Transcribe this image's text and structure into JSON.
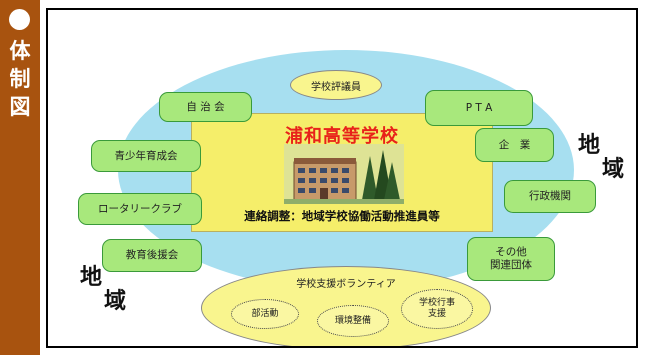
{
  "sidebar": {
    "chars": [
      "体",
      "制",
      "図"
    ]
  },
  "center": {
    "title": "浦和高等学校",
    "subtitle": "連絡調整：地域学校協働活動推進員等"
  },
  "nodes": {
    "hyogiin": "学校評議員",
    "jichikai": "自 治 会",
    "pta": "P T A",
    "kigyo": "企　業",
    "seishonen": "青少年育成会",
    "gyosei": "行政機関",
    "rotary": "ロータリークラブ",
    "kyoiku": "教育後援会",
    "sonota": "その他\n関連団体"
  },
  "volunteer": {
    "title": "学校支援ボランティア",
    "items": [
      "部活動",
      "環境整備",
      "学校行事\n支援"
    ]
  },
  "region_label": {
    "top": "地",
    "bottom": "域"
  }
}
